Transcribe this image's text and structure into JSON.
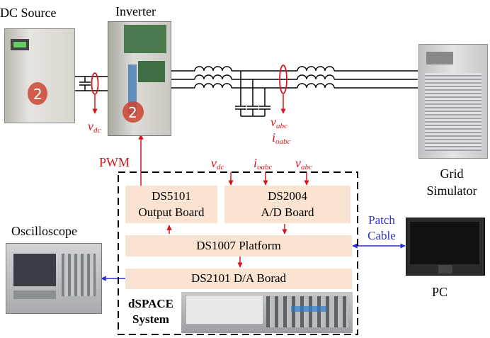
{
  "labels": {
    "dc_source": "DC Source",
    "inverter": "Inverter",
    "oscilloscope": "Oscilloscope",
    "grid_simulator": "Grid\nSimulator",
    "pc": "PC",
    "patch_cable": "Patch\nCable",
    "pwm": "PWM",
    "dspace_system": "dSPACE\nSystem"
  },
  "signals": {
    "v": "v",
    "dc": "dc",
    "abc": "abc",
    "i": "i",
    "oabc": "oabc"
  },
  "boards": {
    "ds5101_name": "DS5101",
    "ds5101_desc": "Output Board",
    "ds2004_name": "DS2004",
    "ds2004_desc": "A/D Board",
    "ds1007": "DS1007 Platform",
    "ds2101": "DS2101 D/A Borad"
  },
  "colors": {
    "signal_red": "#d4171d",
    "patch_blue": "#2f2fd6",
    "board_fill": "#fae3d0"
  },
  "icons": {
    "dc_source": "dc-source-photo",
    "inverter": "inverter-photo",
    "grid_simulator": "grid-simulator-photo",
    "oscilloscope": "oscilloscope-photo",
    "pc": "pc-monitor-photo",
    "dspace": "dspace-hardware-photo"
  }
}
